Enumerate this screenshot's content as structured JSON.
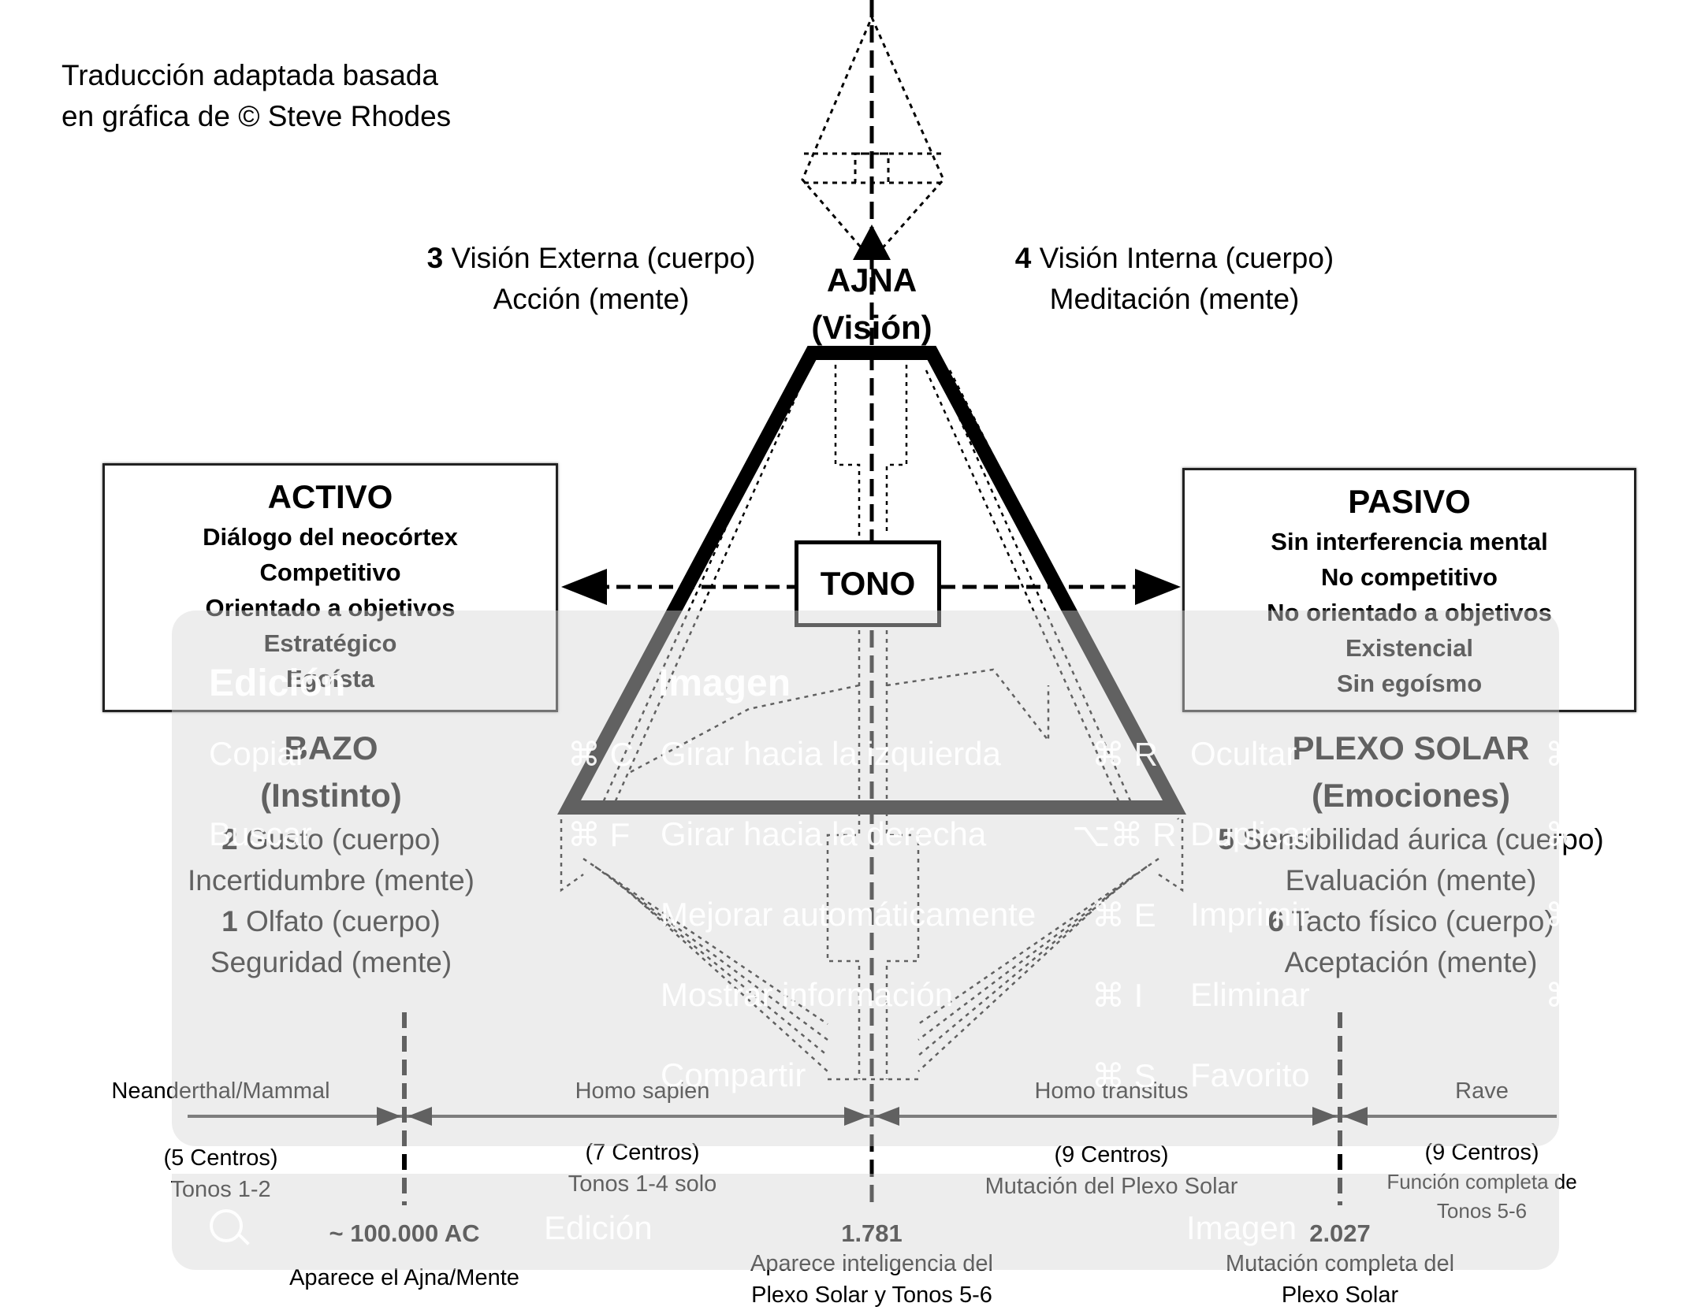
{
  "credit": [
    "Traducción adaptada basada",
    "en gráfica de © Steve Rhodes"
  ],
  "ajna": {
    "title": "AJNA",
    "subtitle": "(Visión)",
    "left": {
      "num": "3",
      "line1": "Visión Externa (cuerpo)",
      "line2": "Acción (mente)"
    },
    "right": {
      "num": "4",
      "line1": "Visión Interna (cuerpo)",
      "line2": "Meditación (mente)"
    }
  },
  "tono": "TONO",
  "activo": {
    "title": "ACTIVO",
    "lines": [
      "Diálogo del neocórtex",
      "Competitivo",
      "Orientado a objetivos",
      "Estratégico",
      "Egoísta"
    ]
  },
  "pasivo": {
    "title": "PASIVO",
    "lines": [
      "Sin interferencia mental",
      "No competitivo",
      "No orientado a objetivos",
      "Existencial",
      "Sin egoísmo"
    ]
  },
  "bazo": {
    "title": "BAZO",
    "subtitle": "(Instinto)",
    "lines": [
      {
        "num": "2",
        "text": "Gusto (cuerpo)"
      },
      {
        "num": "",
        "text": "Incertidumbre (mente)"
      },
      {
        "num": "1",
        "text": "Olfato (cuerpo)"
      },
      {
        "num": "",
        "text": "Seguridad (mente)"
      }
    ]
  },
  "plexo": {
    "title": "PLEXO SOLAR",
    "subtitle": "(Emociones)",
    "lines": [
      {
        "num": "5",
        "text": "Sensibilidad áurica (cuerpo)"
      },
      {
        "num": "",
        "text": "Evaluación (mente)"
      },
      {
        "num": "6",
        "text": "Tacto físico (cuerpo)"
      },
      {
        "num": "",
        "text": "Aceptación (mente)"
      }
    ]
  },
  "timeline": {
    "eras": [
      {
        "name": "Neanderthal/Mammal",
        "centers": "(5 Centros)",
        "tones": "Tonos 1-2",
        "tones2": ""
      },
      {
        "name": "Homo sapien",
        "centers": "(7 Centros)",
        "tones": "Tonos 1-4 solo",
        "tones2": ""
      },
      {
        "name": "Homo transitus",
        "centers": "(9 Centros)",
        "tones": "Mutación del Plexo Solar",
        "tones2": ""
      },
      {
        "name": "Rave",
        "centers": "(9 Centros)",
        "tones": "Función completa de",
        "tones2": "Tonos 5-6"
      }
    ],
    "markers": [
      {
        "date": "~ 100.000 AC",
        "desc1": "Aparece el Ajna/Mente",
        "desc2": ""
      },
      {
        "date": "1.781",
        "desc1": "Aparece inteligencia del",
        "desc2": "Plexo Solar y Tonos 5-6"
      },
      {
        "date": "2.027",
        "desc1": "Mutación completa del",
        "desc2": "Plexo Solar"
      }
    ]
  },
  "overlay_menu": {
    "columns": [
      {
        "heading": "Edición",
        "items": [
          {
            "label": "Copiar",
            "shortcut": "⌘ C"
          },
          {
            "label": "Buscar",
            "shortcut": "⌘ F"
          }
        ]
      },
      {
        "heading": "Imagen",
        "items": [
          {
            "label": "Girar hacia la izquierda",
            "shortcut": "⌘ R"
          },
          {
            "label": "Girar hacia la derecha",
            "shortcut": "⌥⌘ R"
          },
          {
            "label": "Mejorar automáticamente",
            "shortcut": "⌘ E"
          },
          {
            "label": "Mostrar información",
            "shortcut": "⌘ I"
          },
          {
            "label": "Compartir",
            "shortcut": "⌘ S"
          }
        ]
      },
      {
        "heading": "",
        "items": [
          {
            "label": "Ocultar",
            "shortcut": "⌘"
          },
          {
            "label": "Duplicar",
            "shortcut": "⌘"
          },
          {
            "label": "Imprimir",
            "shortcut": "⌘"
          },
          {
            "label": "Eliminar",
            "shortcut": "⌘"
          },
          {
            "label": "Favorito",
            "shortcut": ""
          }
        ]
      }
    ],
    "bottom_bar": {
      "search_icon": "search-icon",
      "tab1": "Edición",
      "tab2": "Imagen"
    }
  }
}
